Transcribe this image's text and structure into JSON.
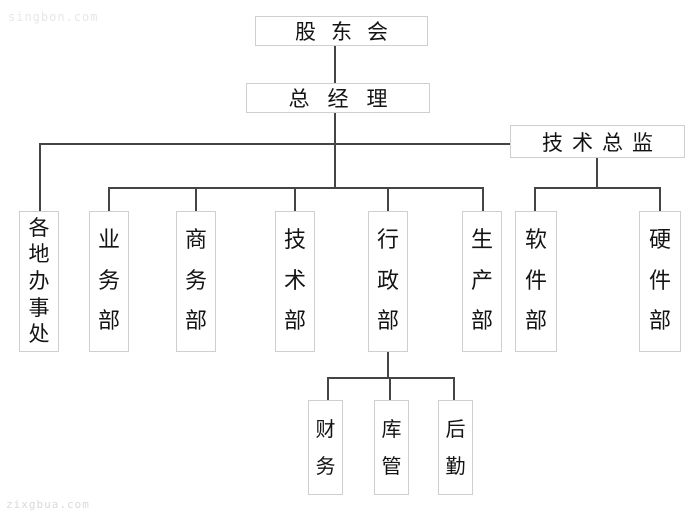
{
  "watermark": {
    "top_left": "singbon.com",
    "bottom_left": "zixgbua.com"
  },
  "org_chart": {
    "root": {
      "label": "股东会"
    },
    "general_manager": {
      "label": "总经理"
    },
    "tech_director": {
      "label": "技术总监"
    },
    "departments": [
      {
        "label": "各地办事处"
      },
      {
        "label": "业务部"
      },
      {
        "label": "商务部"
      },
      {
        "label": "技术部"
      },
      {
        "label": "行政部"
      },
      {
        "label": "生产部"
      }
    ],
    "tech_director_departments": [
      {
        "label": "软件部"
      },
      {
        "label": "硬件部"
      }
    ],
    "admin_sub_units": [
      {
        "label": "财务"
      },
      {
        "label": "库管"
      },
      {
        "label": "后勤"
      }
    ]
  },
  "colors": {
    "background": "#ffffff",
    "connector": "#454545",
    "box_border": "#cfcfcf",
    "text": "#141414",
    "watermark": "#e7e7e7"
  }
}
